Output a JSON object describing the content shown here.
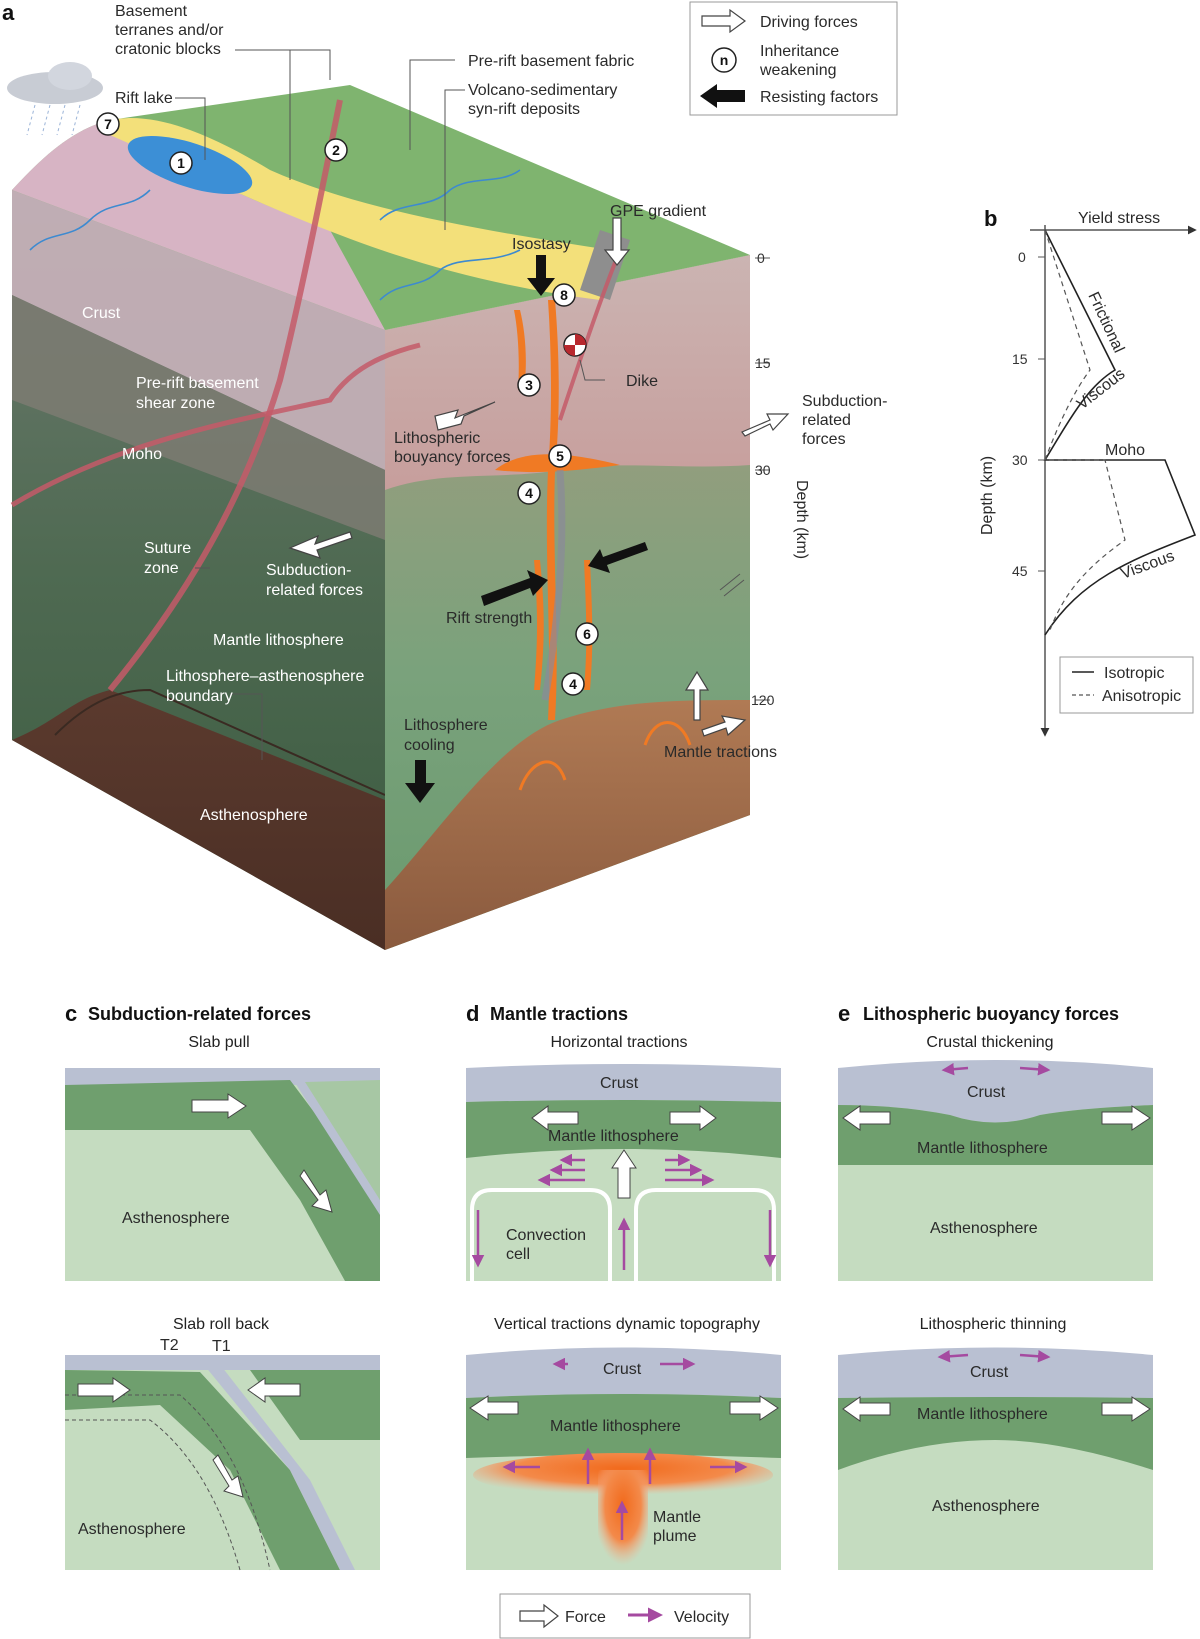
{
  "panel_a": {
    "letter": "a",
    "labels": {
      "basement": [
        "Basement",
        "terranes and/or",
        "cratonic blocks"
      ],
      "rift_lake": "Rift lake",
      "pre_rift_fabric": "Pre-rift basement fabric",
      "volcano": [
        "Volcano-sedimentary",
        "syn-rift deposits"
      ],
      "gpe": "GPE gradient",
      "isostasy": "Isostasy",
      "crust": "Crust",
      "shear_zone": [
        "Pre-rift basement",
        "shear zone"
      ],
      "dike": "Dike",
      "litho_buoy": [
        "Lithospheric",
        "bouyancy forces"
      ],
      "moho": "Moho",
      "subduction_right": [
        "Subduction-",
        "related",
        "forces"
      ],
      "suture": [
        "Suture",
        "zone"
      ],
      "subduction_left": [
        "Subduction-",
        "related forces"
      ],
      "rift_strength": "Rift strength",
      "mantle_lith": "Mantle lithosphere",
      "lab": [
        "Lithosphere–asthenosphere",
        "boundary"
      ],
      "litho_cooling": [
        "Lithosphere",
        "cooling"
      ],
      "mantle_tractions": "Mantle tractions",
      "asthenosphere": "Asthenosphere",
      "depth_axis": "Depth (km)"
    },
    "depth_ticks": [
      "0",
      "15",
      "30",
      "120"
    ],
    "markers": [
      "1",
      "2",
      "3",
      "4",
      "4",
      "5",
      "6",
      "7",
      "8"
    ],
    "legend": {
      "driving": "Driving forces",
      "inherit_symbol": "n",
      "inherit": [
        "Inheritance",
        "weakening"
      ],
      "resisting": "Resisting factors"
    }
  },
  "panel_b": {
    "letter": "b",
    "x_label": "Yield stress",
    "y_label": "Depth (km)",
    "y_ticks": [
      "0",
      "15",
      "30",
      "45"
    ],
    "curve_labels": {
      "frictional": "Frictional",
      "viscous_upper": "Viscous",
      "moho": "Moho",
      "viscous_lower": "Viscous"
    },
    "legend": {
      "isotropic": "Isotropic",
      "anisotropic": "Anisotropic"
    }
  },
  "panel_c": {
    "letter": "c",
    "title": "Subduction-related forces",
    "top": {
      "subtitle": "Slab pull",
      "asthenosphere": "Asthenosphere"
    },
    "bottom": {
      "subtitle": "Slab roll back",
      "t2": "T2",
      "t1": "T1",
      "asthenosphere": "Asthenosphere"
    }
  },
  "panel_d": {
    "letter": "d",
    "title": "Mantle tractions",
    "top": {
      "subtitle": "Horizontal tractions",
      "crust": "Crust",
      "mantle": "Mantle lithosphere",
      "convection": [
        "Convection",
        "cell"
      ]
    },
    "bottom": {
      "subtitle": "Vertical tractions dynamic topography",
      "crust": "Crust",
      "mantle": "Mantle lithosphere",
      "plume": [
        "Mantle",
        "plume"
      ]
    }
  },
  "panel_e": {
    "letter": "e",
    "title": "Lithospheric buoyancy forces",
    "top": {
      "subtitle": "Crustal thickening",
      "crust": "Crust",
      "mantle": "Mantle lithosphere",
      "asthenosphere": "Asthenosphere"
    },
    "bottom": {
      "subtitle": "Lithospheric thinning",
      "crust": "Crust",
      "mantle": "Mantle lithosphere",
      "asthenosphere": "Asthenosphere"
    }
  },
  "bottom_legend": {
    "force": "Force",
    "velocity": "Velocity"
  },
  "colors": {
    "crust_top_green": "#7fb46f",
    "rift_yellow": "#f3e07a",
    "lake_blue": "#3c8fd6",
    "crust_pink": "#d8b7c2",
    "mantle_green": "#6e9a72",
    "asthenosphere_brown": "#7a4a38",
    "magma_orange": "#f07a24",
    "shear_red": "#c45a68",
    "small_crust": "#b9c0d2",
    "small_mantle": "#6f9f6e",
    "small_asth": "#c5dcc0",
    "velocity_purple": "#a54aa0"
  }
}
